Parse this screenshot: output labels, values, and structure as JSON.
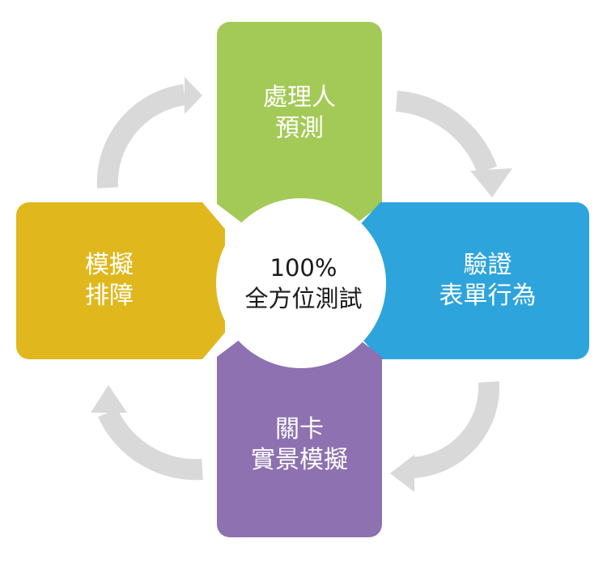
{
  "colors": {
    "top": "#a3ca56",
    "right": "#2ea4dc",
    "bottom": "#8d71b0",
    "left": "#e0b81e",
    "arrow": "#d9d9d9",
    "center": "#ffffff"
  },
  "center": {
    "line1": "100%",
    "line2": "全方位測試"
  },
  "boxes": {
    "top": {
      "line1": "處理人",
      "line2": "預測"
    },
    "right": {
      "line1": "驗證",
      "line2": "表單行為"
    },
    "bottom": {
      "line1": "關卡",
      "line2": "實景模擬"
    },
    "left": {
      "line1": "模擬",
      "line2": "排障"
    }
  }
}
